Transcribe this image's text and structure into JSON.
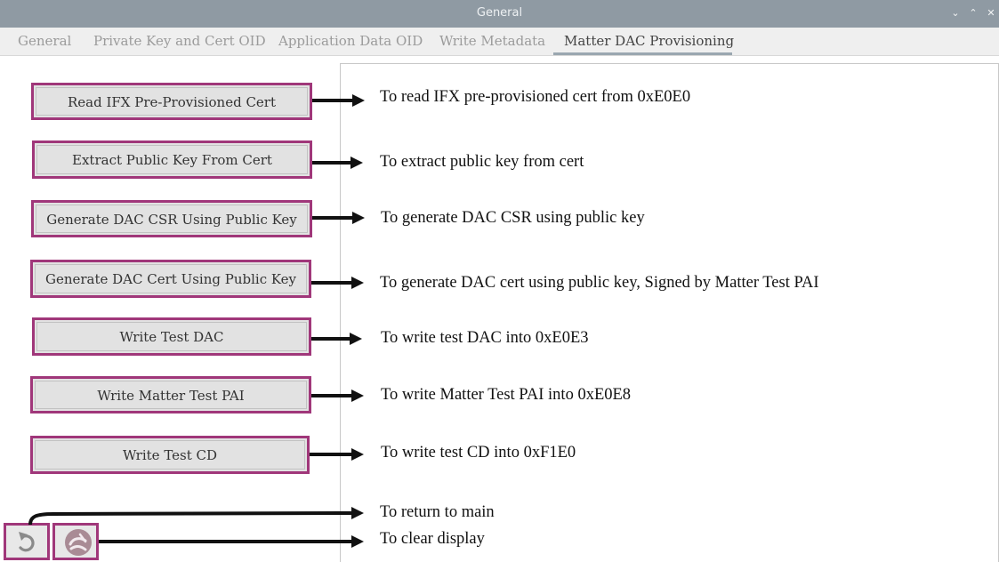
{
  "window": {
    "title": "General",
    "controls": {
      "minimize": "⌄",
      "maximize": "⌃",
      "close": "✕"
    }
  },
  "tabs": [
    {
      "label": "General"
    },
    {
      "label": "Private Key and Cert OID"
    },
    {
      "label": "Application Data OID"
    },
    {
      "label": "Write Metadata"
    },
    {
      "label": "Matter DAC Provisioning",
      "active": true
    }
  ],
  "actions": [
    {
      "label": "Read IFX Pre-Provisioned Cert",
      "description": "To read IFX pre-provisioned cert from 0xE0E0"
    },
    {
      "label": "Extract Public Key From Cert",
      "description": "To extract public key from cert"
    },
    {
      "label": "Generate DAC CSR Using Public Key",
      "description": "To generate DAC CSR using public key"
    },
    {
      "label": "Generate DAC Cert Using Public Key",
      "description": "To generate DAC cert using public key, Signed by Matter Test PAI"
    },
    {
      "label": "Write Test DAC",
      "description": "To write test DAC into 0xE0E3"
    },
    {
      "label": "Write Matter Test PAI",
      "description": "To write Matter Test PAI into 0xE0E8"
    },
    {
      "label": "Write Test CD",
      "description": "To write test CD into 0xF1E0"
    }
  ],
  "bottom_actions": {
    "return": {
      "icon": "return-arrow-icon",
      "description": "To return to main"
    },
    "clear": {
      "icon": "clear-display-icon",
      "description": "To clear display"
    }
  },
  "colors": {
    "highlight_border": "#a0377a",
    "titlebar": "#8f9aa3",
    "button_face": "#e2e2e2",
    "arrow": "#111111"
  }
}
